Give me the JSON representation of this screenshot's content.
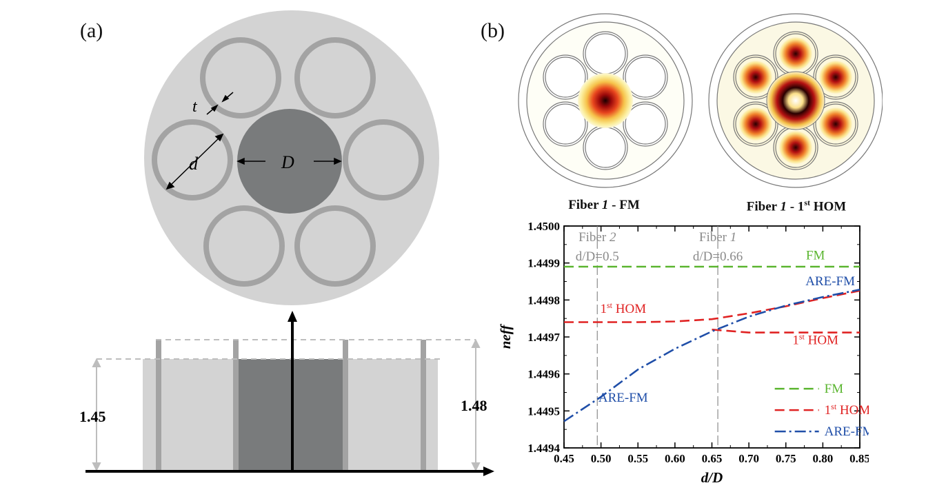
{
  "panel_a": {
    "label": "(a)",
    "geometry_labels": {
      "t": "t",
      "d": "d",
      "D": "D"
    },
    "index_labels": {
      "cladding": "1.45",
      "tube": "1.48"
    }
  },
  "panel_b": {
    "label": "(b)",
    "mode_images": [
      {
        "title_prefix": "Fiber ",
        "title_italic": "1",
        "title_suffix": " - FM",
        "sup": ""
      },
      {
        "title_prefix": "Fiber ",
        "title_italic": "1",
        "title_suffix": " - 1",
        "sup": "st",
        "title_end": " HOM"
      }
    ]
  },
  "colors": {
    "fm": "#5ab52f",
    "hom": "#e02222",
    "are": "#1f4ea8",
    "guide": "#8a8a8a"
  },
  "chart_data": {
    "type": "line",
    "xlabel": "d/D",
    "ylabel": "neff",
    "xlim": [
      0.45,
      0.85
    ],
    "ylim": [
      1.4494,
      1.45
    ],
    "xticks": [
      "0.45",
      "0.50",
      "0.55",
      "0.60",
      "0.65",
      "0.70",
      "0.75",
      "0.80",
      "0.85"
    ],
    "yticks": [
      "1.4494",
      "1.4495",
      "1.4496",
      "1.4497",
      "1.4498",
      "1.4499",
      "1.4500"
    ],
    "vlines": [
      {
        "x": 0.495,
        "label_top": "Fiber ",
        "label_italic": "2",
        "label_bottom": "d/D=0.5"
      },
      {
        "x": 0.658,
        "label_top": "Fiber ",
        "label_italic": "1",
        "label_bottom": "d/D=0.66"
      }
    ],
    "series": [
      {
        "name": "FM",
        "style": "dashed",
        "color": "#5ab52f",
        "x": [
          0.45,
          0.85
        ],
        "y": [
          1.44989,
          1.44989
        ]
      },
      {
        "name": "1st HOM",
        "style": "dashed",
        "color": "#e02222",
        "x": [
          0.45,
          0.5,
          0.55,
          0.6,
          0.65,
          0.7,
          0.75,
          0.8,
          0.85
        ],
        "y": [
          1.44974,
          1.44974,
          1.44974,
          1.449742,
          1.449748,
          1.449764,
          1.449783,
          1.449805,
          1.449825
        ]
      },
      {
        "name": "1st HOM",
        "style": "dashed",
        "color": "#e02222",
        "x": [
          0.65,
          0.7,
          0.75,
          0.8,
          0.85
        ],
        "y": [
          1.44972,
          1.449712,
          1.449712,
          1.449712,
          1.449712
        ]
      },
      {
        "name": "ARE-FM",
        "style": "dashdot",
        "color": "#1f4ea8",
        "x": [
          0.45,
          0.5,
          0.55,
          0.6,
          0.65,
          0.7,
          0.75,
          0.8,
          0.85
        ],
        "y": [
          1.449472,
          1.449538,
          1.449612,
          1.449668,
          1.449715,
          1.449755,
          1.449785,
          1.449808,
          1.449828
        ]
      }
    ],
    "annotations": [
      {
        "text": "FM",
        "x": 0.79,
        "y": 1.44991,
        "color": "#5ab52f"
      },
      {
        "text": "ARE-FM",
        "x": 0.81,
        "y": 1.44984,
        "color": "#1f4ea8"
      },
      {
        "text": "1",
        "sup": "st",
        "end": " HOM",
        "x": 0.53,
        "y": 1.449765,
        "color": "#e02222"
      },
      {
        "text": "1",
        "sup": "st",
        "end": " HOM",
        "x": 0.79,
        "y": 1.44968,
        "color": "#e02222"
      },
      {
        "text": "ARE-FM",
        "x": 0.53,
        "y": 1.449525,
        "color": "#1f4ea8"
      }
    ],
    "legend": {
      "position": "bottom-right",
      "entries": [
        {
          "label": "FM",
          "color": "#5ab52f",
          "style": "dashed"
        },
        {
          "label": "1",
          "sup": "st",
          "end": " HOM",
          "color": "#e02222",
          "style": "dashed"
        },
        {
          "label": "ARE-FM",
          "color": "#1f4ea8",
          "style": "dashdot"
        }
      ]
    }
  }
}
